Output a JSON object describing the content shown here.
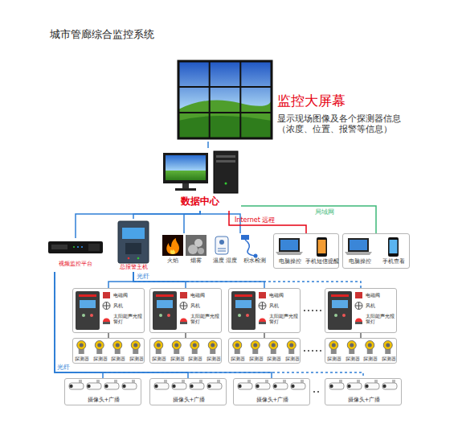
{
  "diagram": {
    "title": "城市管廊综合监控系统",
    "nodes": [
      {
        "text": [
          "监控大屏幕",
          "显示现场图像及各个探测器信息（浓度、位置、报警等信息）"
        ]
      },
      {
        "text": [
          "数据中心"
        ]
      },
      {
        "text": [
          "视频监控平台"
        ]
      },
      {
        "text": [
          "总报警主机"
        ]
      },
      {
        "text": [
          "火焰",
          "烟雾"
        ]
      },
      {
        "text": [
          "温度 湿度",
          "积水检测"
        ]
      },
      {
        "text": [
          "电脑操控",
          "手机短信提醒"
        ]
      },
      {
        "text": [
          "电脑操控",
          "手机查看"
        ]
      },
      {
        "text": [
          "电磁阀",
          "风机",
          "太阳能声光报警灯"
        ]
      },
      {
        "text": [
          "电磁阀",
          "风机",
          "太阳能声光报警灯"
        ]
      },
      {
        "text": [
          "电磁阀",
          "风机",
          "太阳能声光报警灯"
        ]
      },
      {
        "text": [
          "电磁阀",
          "风机",
          "太阳能声光报警灯"
        ]
      },
      {
        "text": [
          "探测器",
          "探测器",
          "探测器",
          "探测器"
        ]
      },
      {
        "text": [
          "探测器",
          "探测器",
          "探测器",
          "探测器"
        ]
      },
      {
        "text": [
          "探测器",
          "探测器",
          "探测器",
          "探测器"
        ]
      },
      {
        "text": [
          "探测器",
          "探测器",
          "探测器",
          "探测器"
        ]
      },
      {
        "text": [
          "摄像头+广播"
        ]
      },
      {
        "text": [
          "摄像头+广播"
        ]
      },
      {
        "text": [
          "摄像头+广播"
        ]
      },
      {
        "text": [
          "摄像头+广播"
        ]
      }
    ],
    "edges": [
      {
        "from": 1,
        "to": 0,
        "arrow": "none"
      },
      {
        "from": 1,
        "to": 2,
        "arrow": "none"
      },
      {
        "from": 1,
        "to": 3,
        "arrow": "none"
      },
      {
        "from": 1,
        "to": 4,
        "arrow": "none"
      },
      {
        "from": 1,
        "to": 5,
        "arrow": "none"
      },
      {
        "from": 1,
        "to": 6,
        "label": "Internet 远程",
        "arrow": "none"
      },
      {
        "from": 1,
        "to": 7,
        "label": "局域网",
        "arrow": "none"
      },
      {
        "from": 3,
        "to": 8,
        "label": "光纤",
        "arrow": "none"
      },
      {
        "from": 3,
        "to": 9,
        "arrow": "none"
      },
      {
        "from": 3,
        "to": 10,
        "arrow": "none"
      },
      {
        "from": 3,
        "to": 11,
        "arrow": "none"
      },
      {
        "from": 8,
        "to": 12,
        "arrow": "none"
      },
      {
        "from": 9,
        "to": 13,
        "arrow": "none"
      },
      {
        "from": 10,
        "to": 14,
        "arrow": "none"
      },
      {
        "from": 11,
        "to": 15,
        "arrow": "none"
      },
      {
        "from": 2,
        "to": 16,
        "label": "光纤",
        "arrow": "none"
      },
      {
        "from": 2,
        "to": 17,
        "arrow": "none"
      },
      {
        "from": 2,
        "to": 18,
        "arrow": "none"
      },
      {
        "from": 2,
        "to": 19,
        "arrow": "none"
      }
    ]
  }
}
